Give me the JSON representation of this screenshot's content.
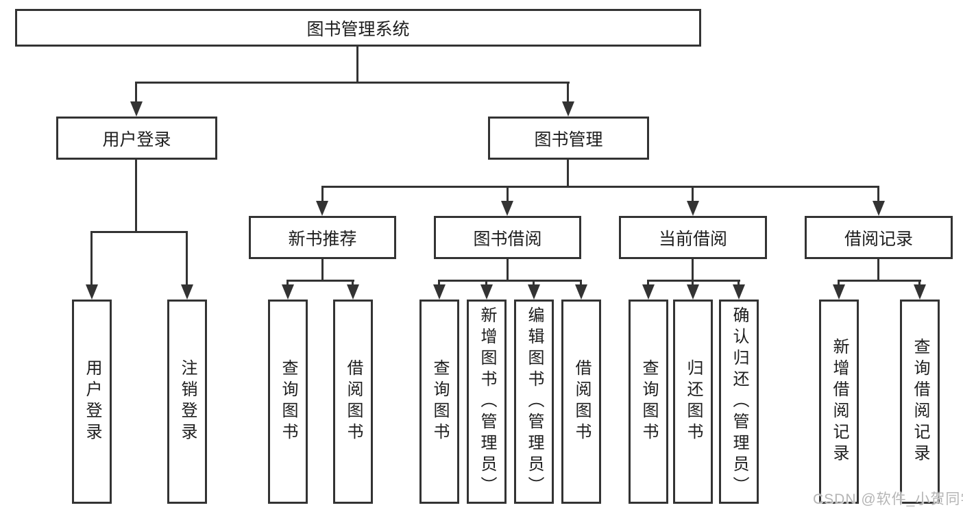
{
  "diagram": {
    "root": {
      "label": "图书管理系统"
    },
    "branches": [
      {
        "label": "用户登录",
        "children": [
          {
            "label": "用户登录"
          },
          {
            "label": "注销登录"
          }
        ]
      },
      {
        "label": "图书管理",
        "children": [
          {
            "label": "新书推荐",
            "children": [
              {
                "label": "查询图书"
              },
              {
                "label": "借阅图书"
              }
            ]
          },
          {
            "label": "图书借阅",
            "children": [
              {
                "label": "查询图书"
              },
              {
                "label": "新增图书（管理员）"
              },
              {
                "label": "编辑图书（管理员）"
              },
              {
                "label": "借阅图书"
              }
            ]
          },
          {
            "label": "当前借阅",
            "children": [
              {
                "label": "查询图书"
              },
              {
                "label": "归还图书"
              },
              {
                "label": "确认归还（管理员）"
              }
            ]
          },
          {
            "label": "借阅记录",
            "children": [
              {
                "label": "新增借阅记录"
              },
              {
                "label": "查询借阅记录"
              }
            ]
          }
        ]
      }
    ]
  },
  "watermark": {
    "text": "CSDN @软件_小贺同学"
  },
  "colors": {
    "line": "#333333",
    "text": "#1d1d1d",
    "background": "#ffffff",
    "watermark": "#b5b5b5"
  }
}
